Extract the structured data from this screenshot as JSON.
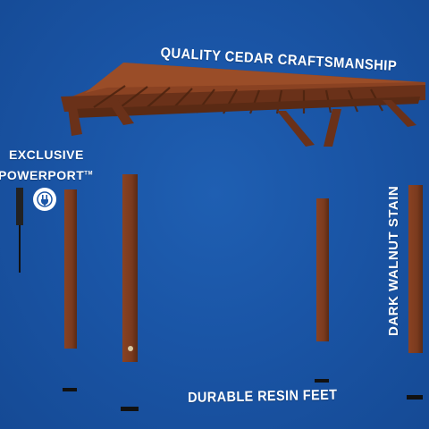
{
  "captions": {
    "top": "QUALITY CEDAR CRAFTSMANSHIP",
    "exclusive": "EXCLUSIVE",
    "powerport": "POWERPORT",
    "trademark": "TM",
    "stain": "DARK WALNUT STAIN",
    "feet": "DURABLE RESIN FEET"
  },
  "colors": {
    "background": "#1a55a6",
    "wood": "#7a3a1e",
    "wood_dark": "#5a2a14",
    "wood_light": "#9a4d28",
    "text": "#ffffff",
    "feet": "#111111"
  },
  "icons": [
    "plug-icon",
    "powerport-device"
  ]
}
